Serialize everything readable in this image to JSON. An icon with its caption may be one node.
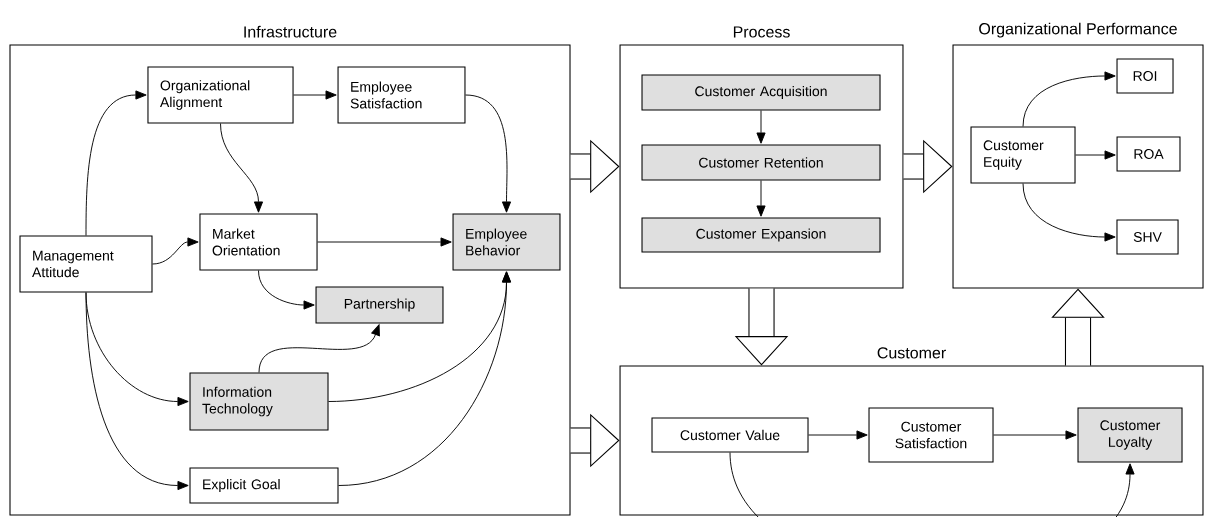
{
  "diagram": {
    "nodes": [
      {
        "text": [
          "Infrastructure"
        ]
      },
      {
        "text": [
          "Organizational Alignment"
        ],
        "in": 0
      },
      {
        "text": [
          "Employee Satisfaction"
        ],
        "in": 0
      },
      {
        "text": [
          "Management Attitude"
        ],
        "in": 0
      },
      {
        "text": [
          "Market Orientation"
        ],
        "in": 0
      },
      {
        "text": [
          "Employee Behavior"
        ],
        "in": 0
      },
      {
        "text": [
          "Partnership"
        ],
        "in": 0
      },
      {
        "text": [
          "Information Technology"
        ],
        "in": 0
      },
      {
        "text": [
          "Explicit Goal"
        ],
        "in": 0
      },
      {
        "text": [
          "Process"
        ]
      },
      {
        "text": [
          "Customer Acquisition"
        ],
        "in": 9
      },
      {
        "text": [
          "Customer Retention"
        ],
        "in": 9
      },
      {
        "text": [
          "Customer Expansion"
        ],
        "in": 9
      },
      {
        "text": [
          "Organizational Performance"
        ]
      },
      {
        "text": [
          "Customer Equity"
        ],
        "in": 13
      },
      {
        "text": [
          "ROI"
        ],
        "in": 13
      },
      {
        "text": [
          "ROA"
        ],
        "in": 13
      },
      {
        "text": [
          "SHV"
        ],
        "in": 13
      },
      {
        "text": [
          "Customer"
        ]
      },
      {
        "text": [
          "Customer Value"
        ],
        "in": 18
      },
      {
        "text": [
          "Customer Satisfaction"
        ],
        "in": 18
      },
      {
        "text": [
          "Customer Loyalty"
        ],
        "in": 18
      }
    ],
    "edges": [
      {
        "from": 3,
        "to": 1,
        "arrow": "to"
      },
      {
        "from": 1,
        "to": 2,
        "arrow": "to"
      },
      {
        "from": 1,
        "to": 4,
        "arrow": "to"
      },
      {
        "from": 2,
        "to": 5,
        "arrow": "to"
      },
      {
        "from": 3,
        "to": 4,
        "arrow": "to"
      },
      {
        "from": 4,
        "to": 5,
        "arrow": "to"
      },
      {
        "from": 4,
        "to": 6,
        "arrow": "to"
      },
      {
        "from": 3,
        "to": 7,
        "arrow": "to"
      },
      {
        "from": 3,
        "to": 8,
        "arrow": "to"
      },
      {
        "from": 7,
        "to": 6,
        "arrow": "to"
      },
      {
        "from": 7,
        "to": 5,
        "arrow": "to"
      },
      {
        "from": 8,
        "to": 5,
        "arrow": "to"
      },
      {
        "from": 10,
        "to": 11,
        "arrow": "to"
      },
      {
        "from": 11,
        "to": 12,
        "arrow": "to"
      },
      {
        "from": 14,
        "to": 15,
        "arrow": "to"
      },
      {
        "from": 14,
        "to": 16,
        "arrow": "to"
      },
      {
        "from": 14,
        "to": 17,
        "arrow": "to"
      },
      {
        "from": 19,
        "to": 20,
        "arrow": "to"
      },
      {
        "from": 20,
        "to": 21,
        "arrow": "to"
      },
      {
        "from": 19,
        "to": 21,
        "arrow": "to"
      },
      {
        "from": 0,
        "to": 9,
        "arrow": "to",
        "style": "thick"
      },
      {
        "from": 0,
        "to": 18,
        "arrow": "to",
        "style": "thick"
      },
      {
        "from": 9,
        "to": 18,
        "arrow": "to",
        "style": "thick"
      },
      {
        "from": 9,
        "to": 13,
        "arrow": "to",
        "style": "thick"
      },
      {
        "from": 18,
        "to": 13,
        "arrow": "to",
        "style": "thick"
      }
    ]
  }
}
